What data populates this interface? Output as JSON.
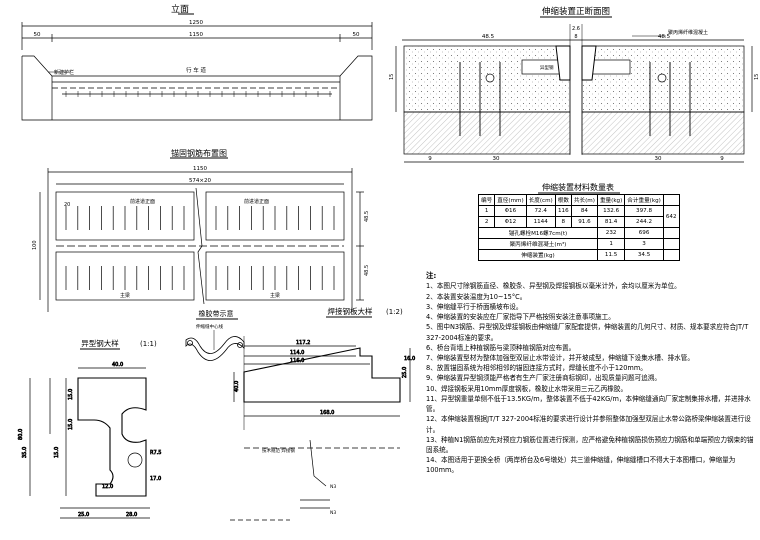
{
  "titles": {
    "elevation": "立面",
    "anchor_layout": "锚固钢筋布置图",
    "profile_steel": "异型钢大样",
    "profile_steel_scale": "(1:1)",
    "rubber_strip": "橡胶带示意",
    "weld_plate": "焊接钢板大样",
    "weld_plate_scale": "(1:2)",
    "cross_section": "伸缩装置正断面图",
    "quantity_table": "伸缩装置材料数量表"
  },
  "elevation": {
    "dim_total": "1250",
    "dim_left": "50",
    "dim_mid": "1150",
    "dim_right": "50",
    "guard_label": "新建护栏",
    "lane_label": "行  车  道"
  },
  "anchor_layout": {
    "dim_total": "1150",
    "dim_inner": "574×20",
    "dim_small": "20",
    "label_lane1": "前进道正面",
    "label_lane2": "前进道正面",
    "label_main1": "主梁",
    "label_main2": "主梁",
    "dim_h1": "48.5",
    "dim_h2": "48.5",
    "dim_left": "100"
  },
  "profile_steel": {
    "dims": [
      "40.0",
      "15.0",
      "15.0",
      "35.0",
      "15.0",
      "80.0",
      "25.0",
      "28.0",
      "12.0",
      "17.0",
      "R7.5"
    ]
  },
  "rubber_strip": {
    "label": "伸缩缝中心线"
  },
  "weld_plate": {
    "dims": [
      "117.2",
      "114.0",
      "116.0",
      "168.0",
      "40.0",
      "25.0",
      "16.0"
    ],
    "label_bottom": "技术规范  焊接钢",
    "label_n": "N3",
    "label_n2": "N3"
  },
  "cross_section": {
    "dim_left": "48.5",
    "dim_right": "48.5",
    "dim_gap": "8",
    "dim_top": "2.6",
    "dim_bl": "9",
    "dim_bm1": "30",
    "dim_bm2": "30",
    "dim_br": "9",
    "dim_h": "15",
    "dim_h2": "15",
    "label_fill": "聚丙烯纤维混凝土",
    "label_dev": "异型钢"
  },
  "quantity_table": {
    "headers": [
      "编号",
      "直径(mm)",
      "长度(cm)",
      "根数",
      "共长(m)",
      "重量(kg)",
      "合计重量(kg)"
    ],
    "rows": [
      [
        "1",
        "Φ16",
        "72.4",
        "116",
        "84",
        "132.6",
        "397.8"
      ],
      [
        "2",
        "Φ12",
        "1144",
        "8",
        "91.6",
        "81.4",
        "244.2"
      ]
    ],
    "total": "642",
    "extra_rows": [
      [
        "锚孔螺栓M16螺7cm(t)",
        "232",
        "696"
      ],
      [
        "聚丙烯纤维混凝土(m³)",
        "1",
        "3"
      ],
      [
        "伸缩装置(kg)",
        "11.5",
        "34.5"
      ]
    ]
  },
  "notes": {
    "heading": "注:",
    "items": [
      "1、本图尺寸除钢筋直径、橡胶条、异型钢及焊接钢板以毫米计外，余均以厘米为单位。",
      "2、本装置安装温度为10~15°C。",
      "3、伸缩缝平行于桥面横坡布设。",
      "4、伸缩装置的安装应在厂家指导下严格按照安装注意事项施工。",
      "5、图中N3钢筋、异型钢及焊接钢板由伸缩缝厂家配套提供，伸缩装置的几何尺寸、材质、规本要求应符合JT/T 327-2004标准的要求。",
      "6、桥台背墙上种植钢筋与梁顶种植钢筋对应布置。",
      "7、伸缩装置型材为整体加强型双层止水带设计，并开坡成型，伸缩缝下设集水槽、排水管。",
      "8、放置锚固系统为相邻相邻的锚固连接方式时，焊缝长度不小于120mm。",
      "9、伸缩装置异型钢须能严格者有生产厂家注册商标钢印，出现质量问题可追溯。",
      "10、焊接钢板采用10mm厚度钢板，橡胶止水带采用三元乙丙橡胶。",
      "11、异型钢重量单侧不低于13.5KG/m，整体装置不低于42KG/m，本伸缩缝通向厂家定制集排水槽，并进排水管。",
      "12、本伸缩装置根据JT/T 327-2004标准的要求进行设计并参照整体加强型双层止水带公路桥梁伸缩装置进行设计。",
      "13、种植N1钢筋前应先对预应力钢筋位置进行探测，应严格避免种植钢筋损伤预应力钢筋和单端预应力钢束的锚固系统。",
      "14、本图适用于更换全桥（两岸桥台及6号墩处）共三道伸缩缝，伸缩缝槽口不得大于本图槽口，伸缩量为100mm。"
    ]
  }
}
